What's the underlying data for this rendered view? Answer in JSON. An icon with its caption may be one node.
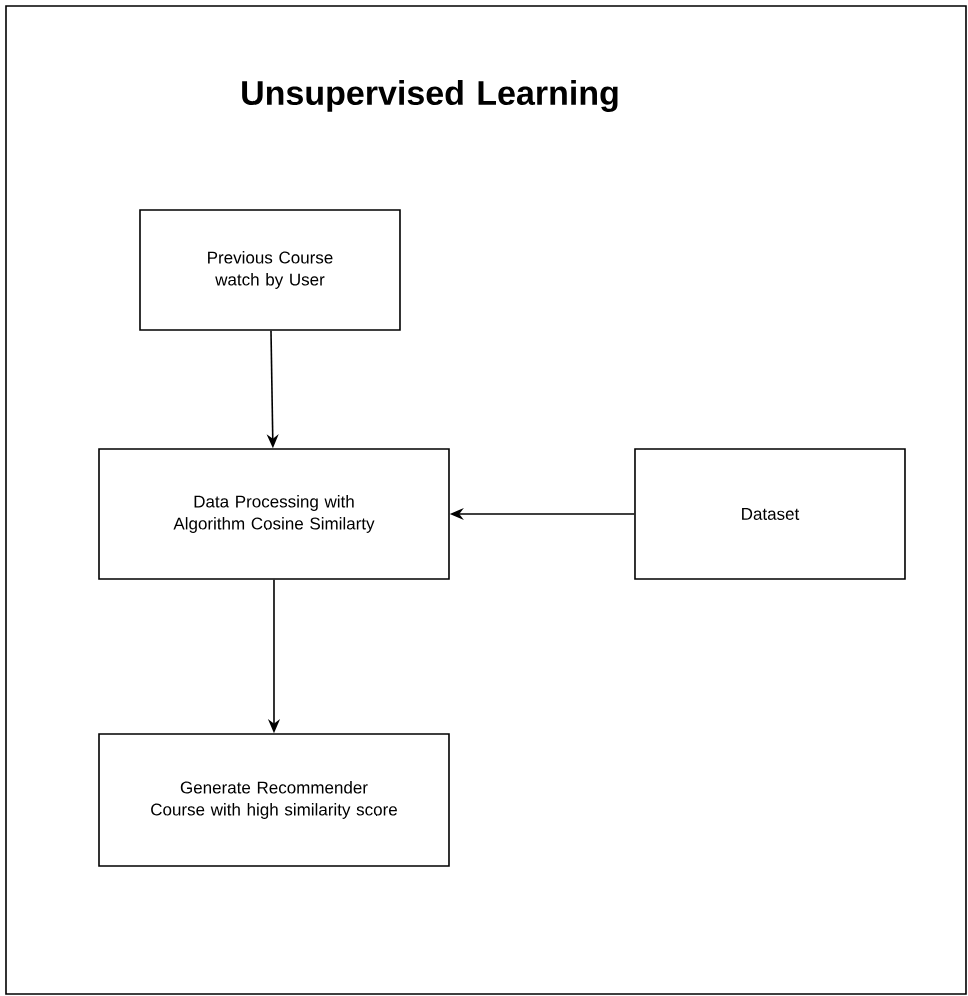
{
  "diagram": {
    "title": "Unsupervised Learning",
    "nodes": [
      {
        "text": [
          "Previous Course watch by User"
        ]
      },
      {
        "text": [
          "Data Processing with Algorithm Cosine Similarty"
        ]
      },
      {
        "text": [
          "Dataset"
        ]
      },
      {
        "text": [
          "Generate Recommender Course with high similarity score"
        ]
      }
    ],
    "edges": [
      {
        "from": 0,
        "to": 1,
        "arrow": "to"
      },
      {
        "from": 2,
        "to": 1,
        "arrow": "to"
      },
      {
        "from": 1,
        "to": 3,
        "arrow": "to"
      }
    ]
  }
}
